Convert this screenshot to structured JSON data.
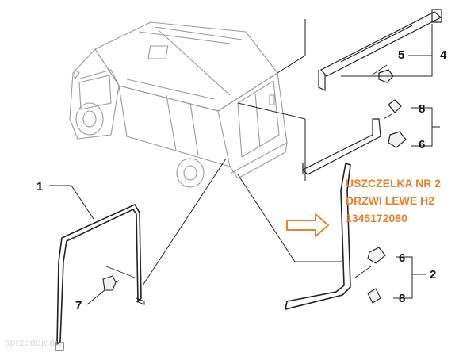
{
  "callouts": {
    "c1": "1",
    "c2": "2",
    "c4": "4",
    "c5": "5",
    "c6a": "6",
    "c6b": "6",
    "c7": "7",
    "c8a": "8",
    "c8b": "8"
  },
  "annotation": {
    "line1": "USZCZELKA NR 2",
    "line2": "DRZWI LEWE H2",
    "line3": "1345172080"
  },
  "watermark": "sprzedajemy",
  "colors": {
    "annotation": "#e8822a",
    "line_art": "#222222",
    "grey_art": "#9a9a9a"
  }
}
